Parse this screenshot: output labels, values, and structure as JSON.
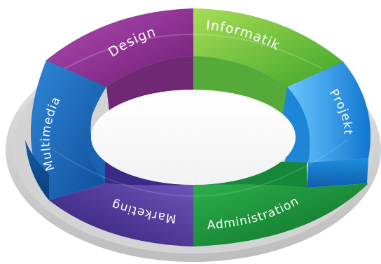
{
  "diagram": {
    "segments": [
      {
        "id": "design",
        "label": "Design",
        "color": "#8a2a8c"
      },
      {
        "id": "informatik",
        "label": "Informatik",
        "color": "#6cbf2c"
      },
      {
        "id": "projekt",
        "label": "Projekt",
        "color": "#1f8fdc"
      },
      {
        "id": "administration",
        "label": "Administration",
        "color": "#1e9a3a"
      },
      {
        "id": "marketing",
        "label": "Marketing",
        "color": "#4e3a98"
      },
      {
        "id": "multimedia",
        "label": "Multimedia",
        "color": "#1a6cc0"
      }
    ]
  }
}
